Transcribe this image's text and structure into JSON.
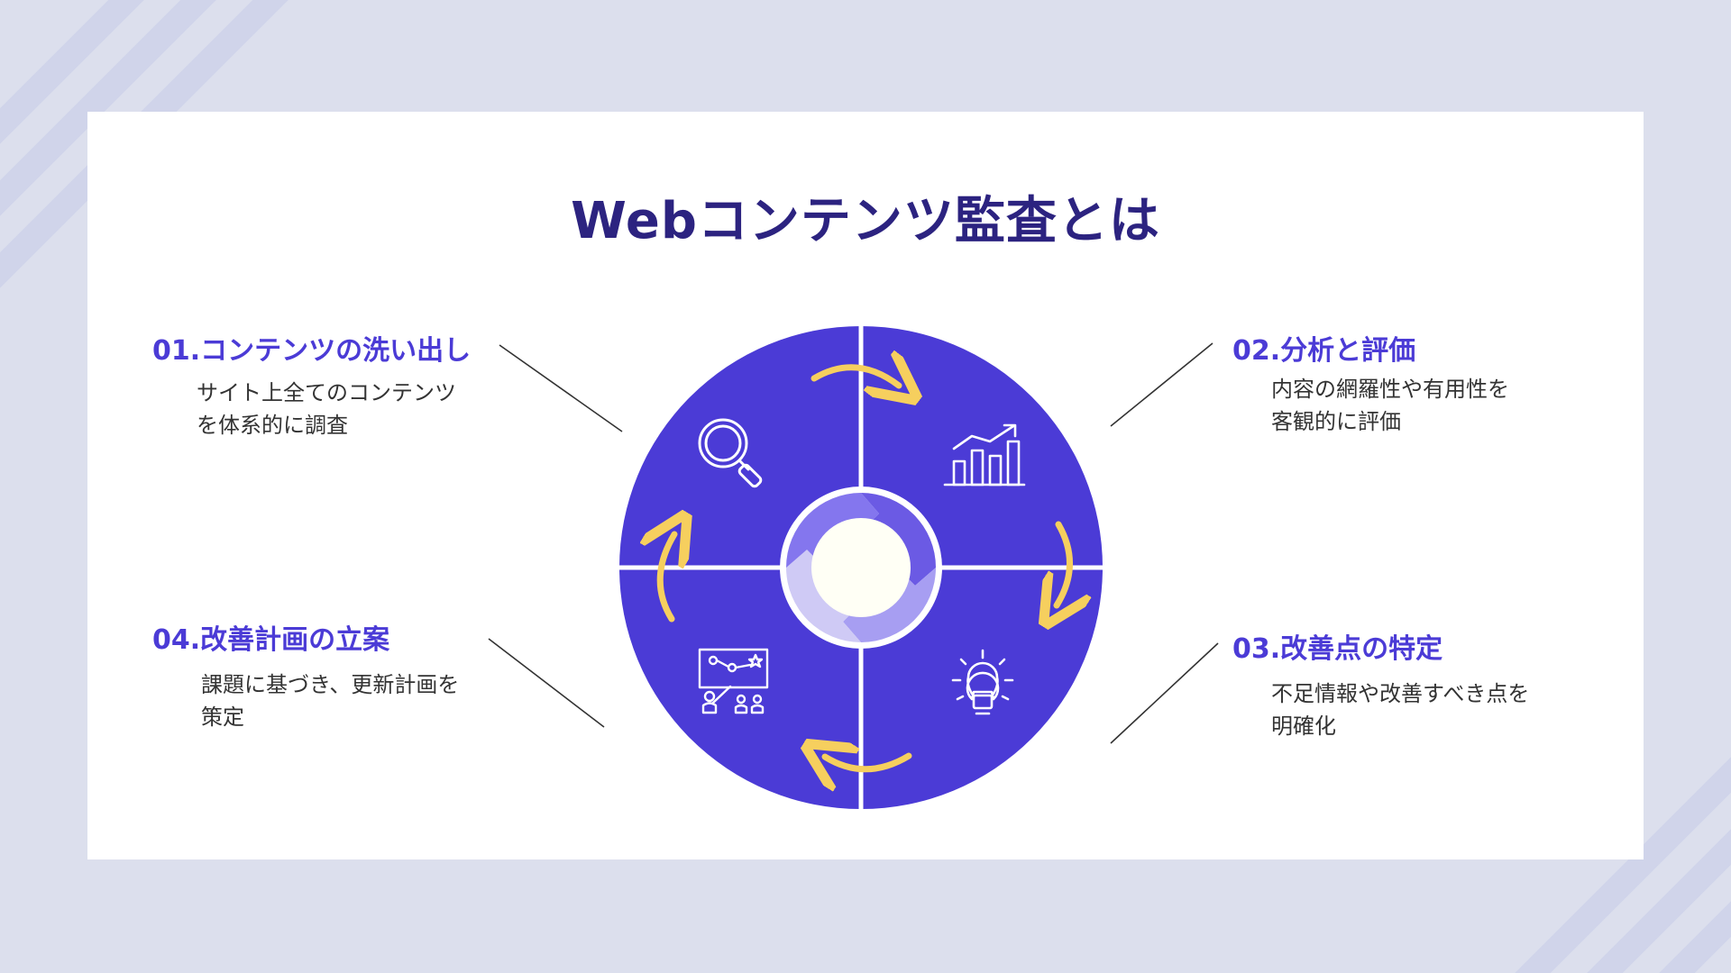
{
  "title": "Webコンテンツ監査とは",
  "colors": {
    "background": "#dcdfed",
    "card": "#ffffff",
    "title": "#2c2380",
    "accent": "#4b3bd6",
    "arrow": "#f6cf5e",
    "text": "#333333"
  },
  "steps": [
    {
      "title": "01.コンテンツの洗い出し",
      "desc_line1": "サイト上全てのコンテンツ",
      "desc_line2": "を体系的に調査",
      "icon": "magnifier-icon"
    },
    {
      "title": "02.分析と評価",
      "desc_line1": "内容の網羅性や有用性を",
      "desc_line2": "客観的に評価",
      "icon": "bar-chart-icon"
    },
    {
      "title": "03.改善点の特定",
      "desc_line1": "不足情報や改善すべき点を",
      "desc_line2": "明確化",
      "icon": "lightbulb-icon"
    },
    {
      "title": "04.改善計画の立案",
      "desc_line1": "課題に基づき、更新計画を",
      "desc_line2": "策定",
      "icon": "planning-board-icon"
    }
  ]
}
